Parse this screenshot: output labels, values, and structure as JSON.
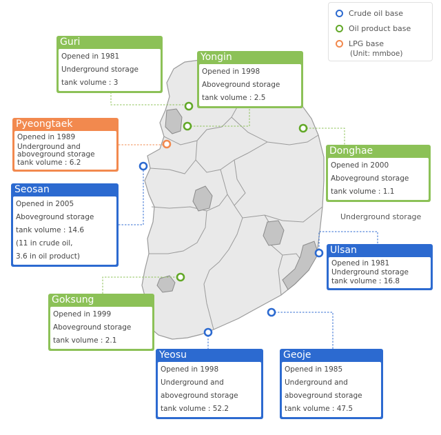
{
  "legend": {
    "items": [
      {
        "label": "Crude oil base",
        "color": "#2c6ad0"
      },
      {
        "label": "Oil product base",
        "color": "#62a828"
      },
      {
        "label": "LPG base",
        "color": "#f2894e"
      }
    ],
    "unit": "(Unit: mmboe)"
  },
  "annotation": "Underground storage",
  "bases": {
    "guri": {
      "title": "Guri",
      "lines": [
        "Opened in 1981",
        "Underground storage",
        "tank volume : 3"
      ]
    },
    "yongin": {
      "title": "Yongin",
      "lines": [
        "Opened in 1998",
        "Aboveground storage",
        "tank volume : 2.5"
      ]
    },
    "pyeongtaek": {
      "title": "Pyeongtaek",
      "lines": [
        "Opened in 1989",
        "Underground and",
        "aboveground storage",
        "tank volume : 6.2"
      ]
    },
    "donghae": {
      "title": "Donghae",
      "lines": [
        "Opened in 2000",
        "Aboveground storage",
        "tank volume : 1.1"
      ]
    },
    "seosan": {
      "title": "Seosan",
      "lines": [
        "Opened in 2005",
        "Aboveground storage",
        "tank volume : 14.6",
        "(11 in crude oil,",
        "3.6 in oil product)"
      ]
    },
    "ulsan": {
      "title": "Ulsan",
      "lines": [
        "Opened in 1981",
        "Underground storage",
        "tank volume : 16.8"
      ]
    },
    "goksung": {
      "title": "Goksung",
      "lines": [
        "Opened in 1999",
        "Aboveground storage",
        "tank volume : 2.1"
      ]
    },
    "yeosu": {
      "title": "Yeosu",
      "lines": [
        "Opened in 1998",
        "Underground and",
        "aboveground storage",
        "tank volume : 52.2"
      ]
    },
    "geoje": {
      "title": "Geoje",
      "lines": [
        "Opened in 1985",
        "Underground and",
        "aboveground storage",
        "tank volume : 47.5"
      ]
    }
  }
}
